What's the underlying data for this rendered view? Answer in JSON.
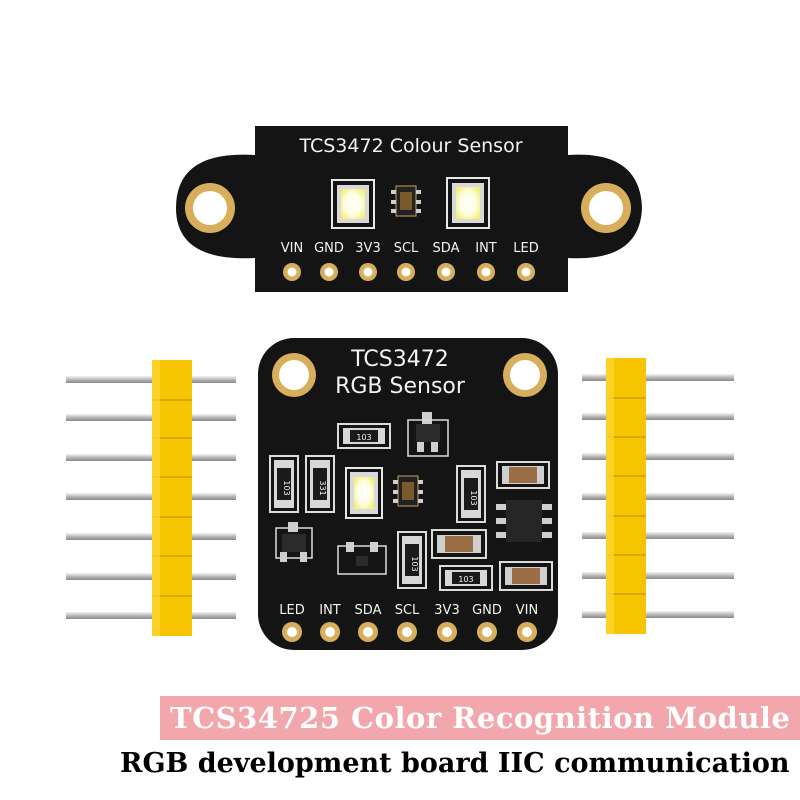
{
  "top_board": {
    "title": "TCS3472 Colour Sensor",
    "pins": [
      "VIN",
      "GND",
      "3V3",
      "SCL",
      "SDA",
      "INT",
      "LED"
    ]
  },
  "main_board": {
    "title_line1": "TCS3472",
    "title_line2": "RGB Sensor",
    "pins": [
      "LED",
      "INT",
      "SDA",
      "SCL",
      "3V3",
      "GND",
      "VIN"
    ],
    "resistor_marks": [
      "103",
      "103",
      "331",
      "103",
      "103",
      "103"
    ]
  },
  "banner": {
    "title": "TCS34725 Color Recognition Module",
    "subtitle": "RGB development board IIC communication"
  },
  "colors": {
    "pcb": "#141414",
    "gold": "#d7ae5c",
    "header": "#f6c400",
    "banner": "#f2a7ad"
  }
}
